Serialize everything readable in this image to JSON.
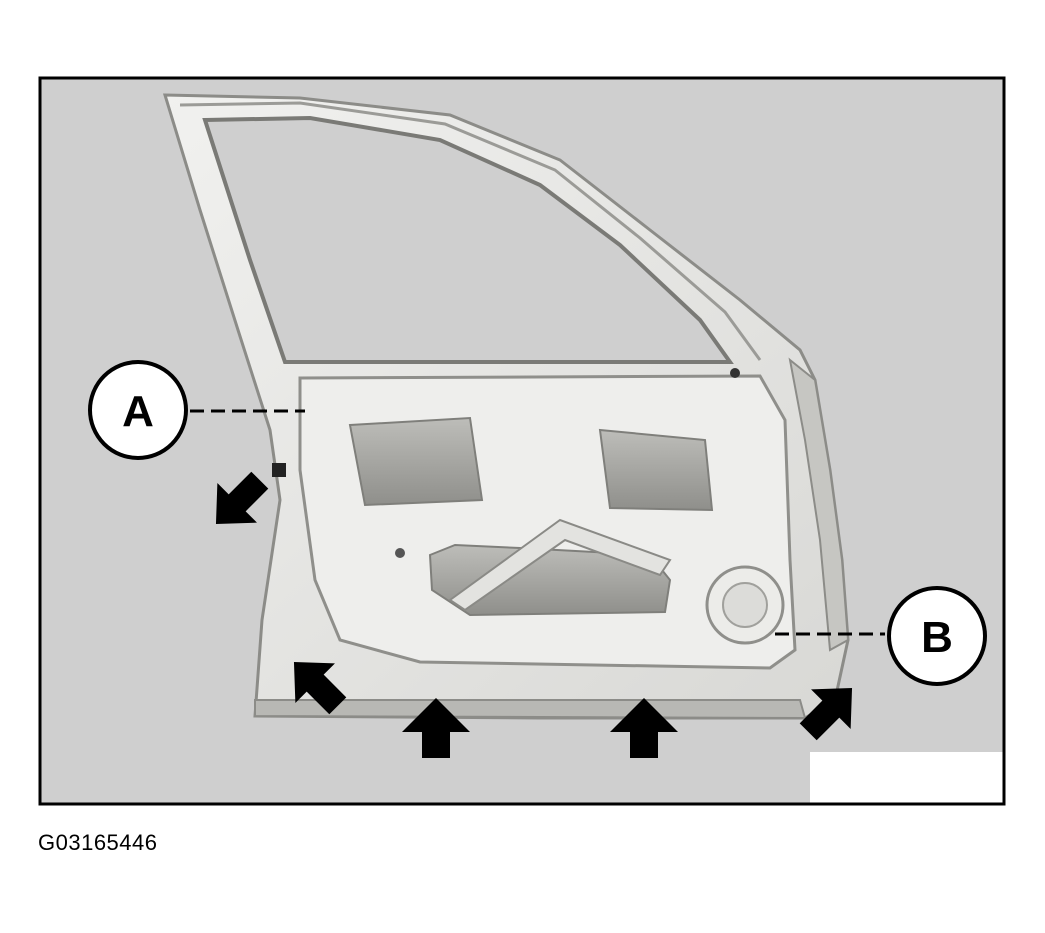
{
  "figure": {
    "callouts": [
      {
        "id": "A",
        "label": "A"
      },
      {
        "id": "B",
        "label": "B"
      }
    ],
    "caption": "G03165446",
    "colors": {
      "background_panel": "#cfcfcf",
      "door_body": "#e9e9e7",
      "door_shadow": "#a9a9a6",
      "arrow": "#000000",
      "frame": "#000000"
    },
    "icons": [
      "arrow-indicator",
      "callout-circle"
    ]
  }
}
